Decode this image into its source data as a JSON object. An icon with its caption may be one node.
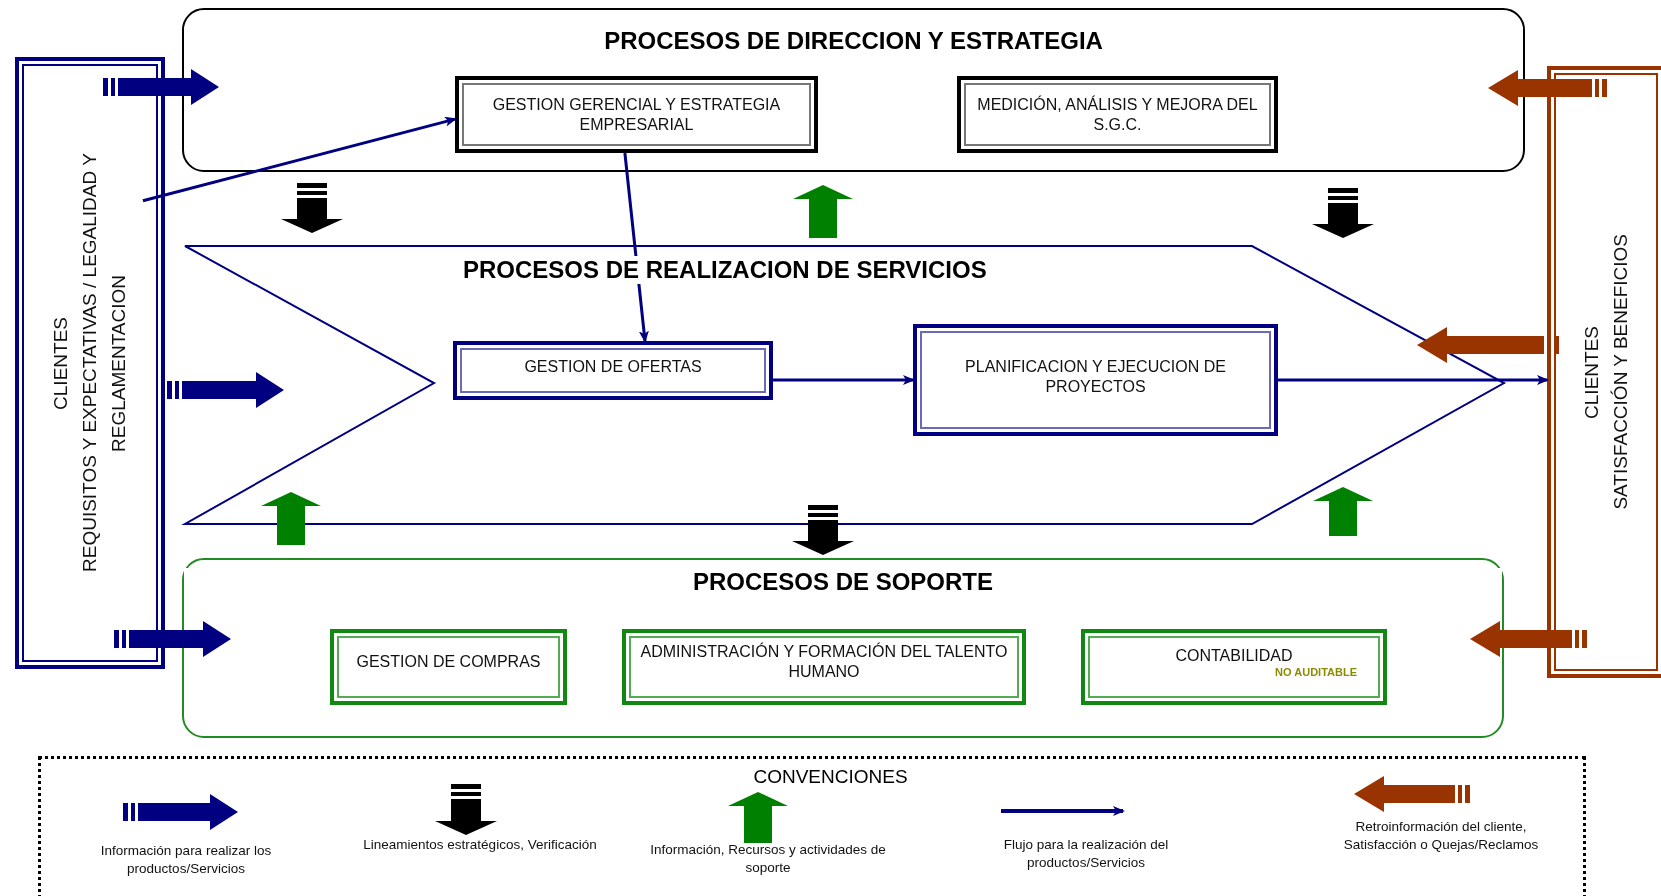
{
  "diagram": {
    "nodes": [
      {
        "text": [
          "CLIENTES",
          "REQUISITOS Y EXPECTATIVAS / LEGALIDAD Y REGLAMENTACION"
        ]
      },
      {
        "text": [
          "PROCESOS DE DIRECCION Y ESTRATEGIA"
        ]
      },
      {
        "text": [
          "GESTION GERENCIAL Y ESTRATEGIA EMPRESARIAL"
        ],
        "in": 1
      },
      {
        "text": [
          "MEDICIÓN, ANÁLISIS Y MEJORA DEL S.G.C."
        ],
        "in": 1
      },
      {
        "text": [
          "PROCESOS DE REALIZACION DE SERVICIOS"
        ]
      },
      {
        "text": [
          "GESTION DE OFERTAS"
        ],
        "in": 4
      },
      {
        "text": [
          "PLANIFICACION Y EJECUCION DE PROYECTOS"
        ],
        "in": 4
      },
      {
        "text": [
          "PROCESOS DE SOPORTE"
        ]
      },
      {
        "text": [
          "GESTION DE COMPRAS"
        ],
        "in": 7
      },
      {
        "text": [
          "ADMINISTRACIÓN Y FORMACIÓN DEL TALENTO HUMANO"
        ],
        "in": 7
      },
      {
        "text": [
          "CONTABILIDAD",
          "NO AUDITABLE"
        ],
        "in": 7
      },
      {
        "text": [
          "CLIENTES",
          "SATISFACCIÓN Y BENEFICIOS"
        ]
      }
    ],
    "edges": [
      {
        "from": 0,
        "to": 2,
        "arrow": "to"
      },
      {
        "from": 2,
        "to": 5,
        "arrow": "to"
      },
      {
        "from": 5,
        "to": 6,
        "arrow": "to"
      },
      {
        "from": 6,
        "to": 11,
        "arrow": "to"
      },
      {
        "from": 0,
        "to": 1,
        "arrow": "to",
        "style": "thick"
      },
      {
        "from": 0,
        "to": 4,
        "arrow": "to",
        "style": "thick"
      },
      {
        "from": 0,
        "to": 7,
        "arrow": "to",
        "style": "thick"
      },
      {
        "from": 11,
        "to": 1,
        "arrow": "to",
        "style": "thick",
        "color": "#993300"
      },
      {
        "from": 11,
        "to": 4,
        "arrow": "to",
        "style": "thick",
        "color": "#993300"
      },
      {
        "from": 11,
        "to": 7,
        "arrow": "to",
        "style": "thick",
        "color": "#993300"
      },
      {
        "from": 1,
        "to": 4,
        "arrow": "to",
        "style": "thick",
        "color": "#000000"
      },
      {
        "from": 1,
        "to": 4,
        "arrow": "to",
        "style": "thick",
        "color": "#000000"
      },
      {
        "from": 4,
        "to": 1,
        "arrow": "to",
        "style": "thick",
        "color": "#008000"
      },
      {
        "from": 4,
        "to": 7,
        "arrow": "to",
        "style": "thick",
        "color": "#000000"
      },
      {
        "from": 7,
        "to": 4,
        "arrow": "to",
        "style": "thick",
        "color": "#008000"
      },
      {
        "from": 7,
        "to": 4,
        "arrow": "to",
        "style": "thick",
        "color": "#008000"
      }
    ],
    "labels": [
      "CONVENCIONES"
    ],
    "legend": [
      {
        "text": "Información para realizar los productos/Servicios"
      },
      {
        "text": "Lineamientos estratégicos, Verificación"
      },
      {
        "text": "Información, Recursos y actividades de soporte"
      },
      {
        "text": "Flujo para la realización del productos/Servicios"
      },
      {
        "text": "Retroinformación del cliente, Satisfacción o Quejas/Reclamos"
      }
    ]
  }
}
